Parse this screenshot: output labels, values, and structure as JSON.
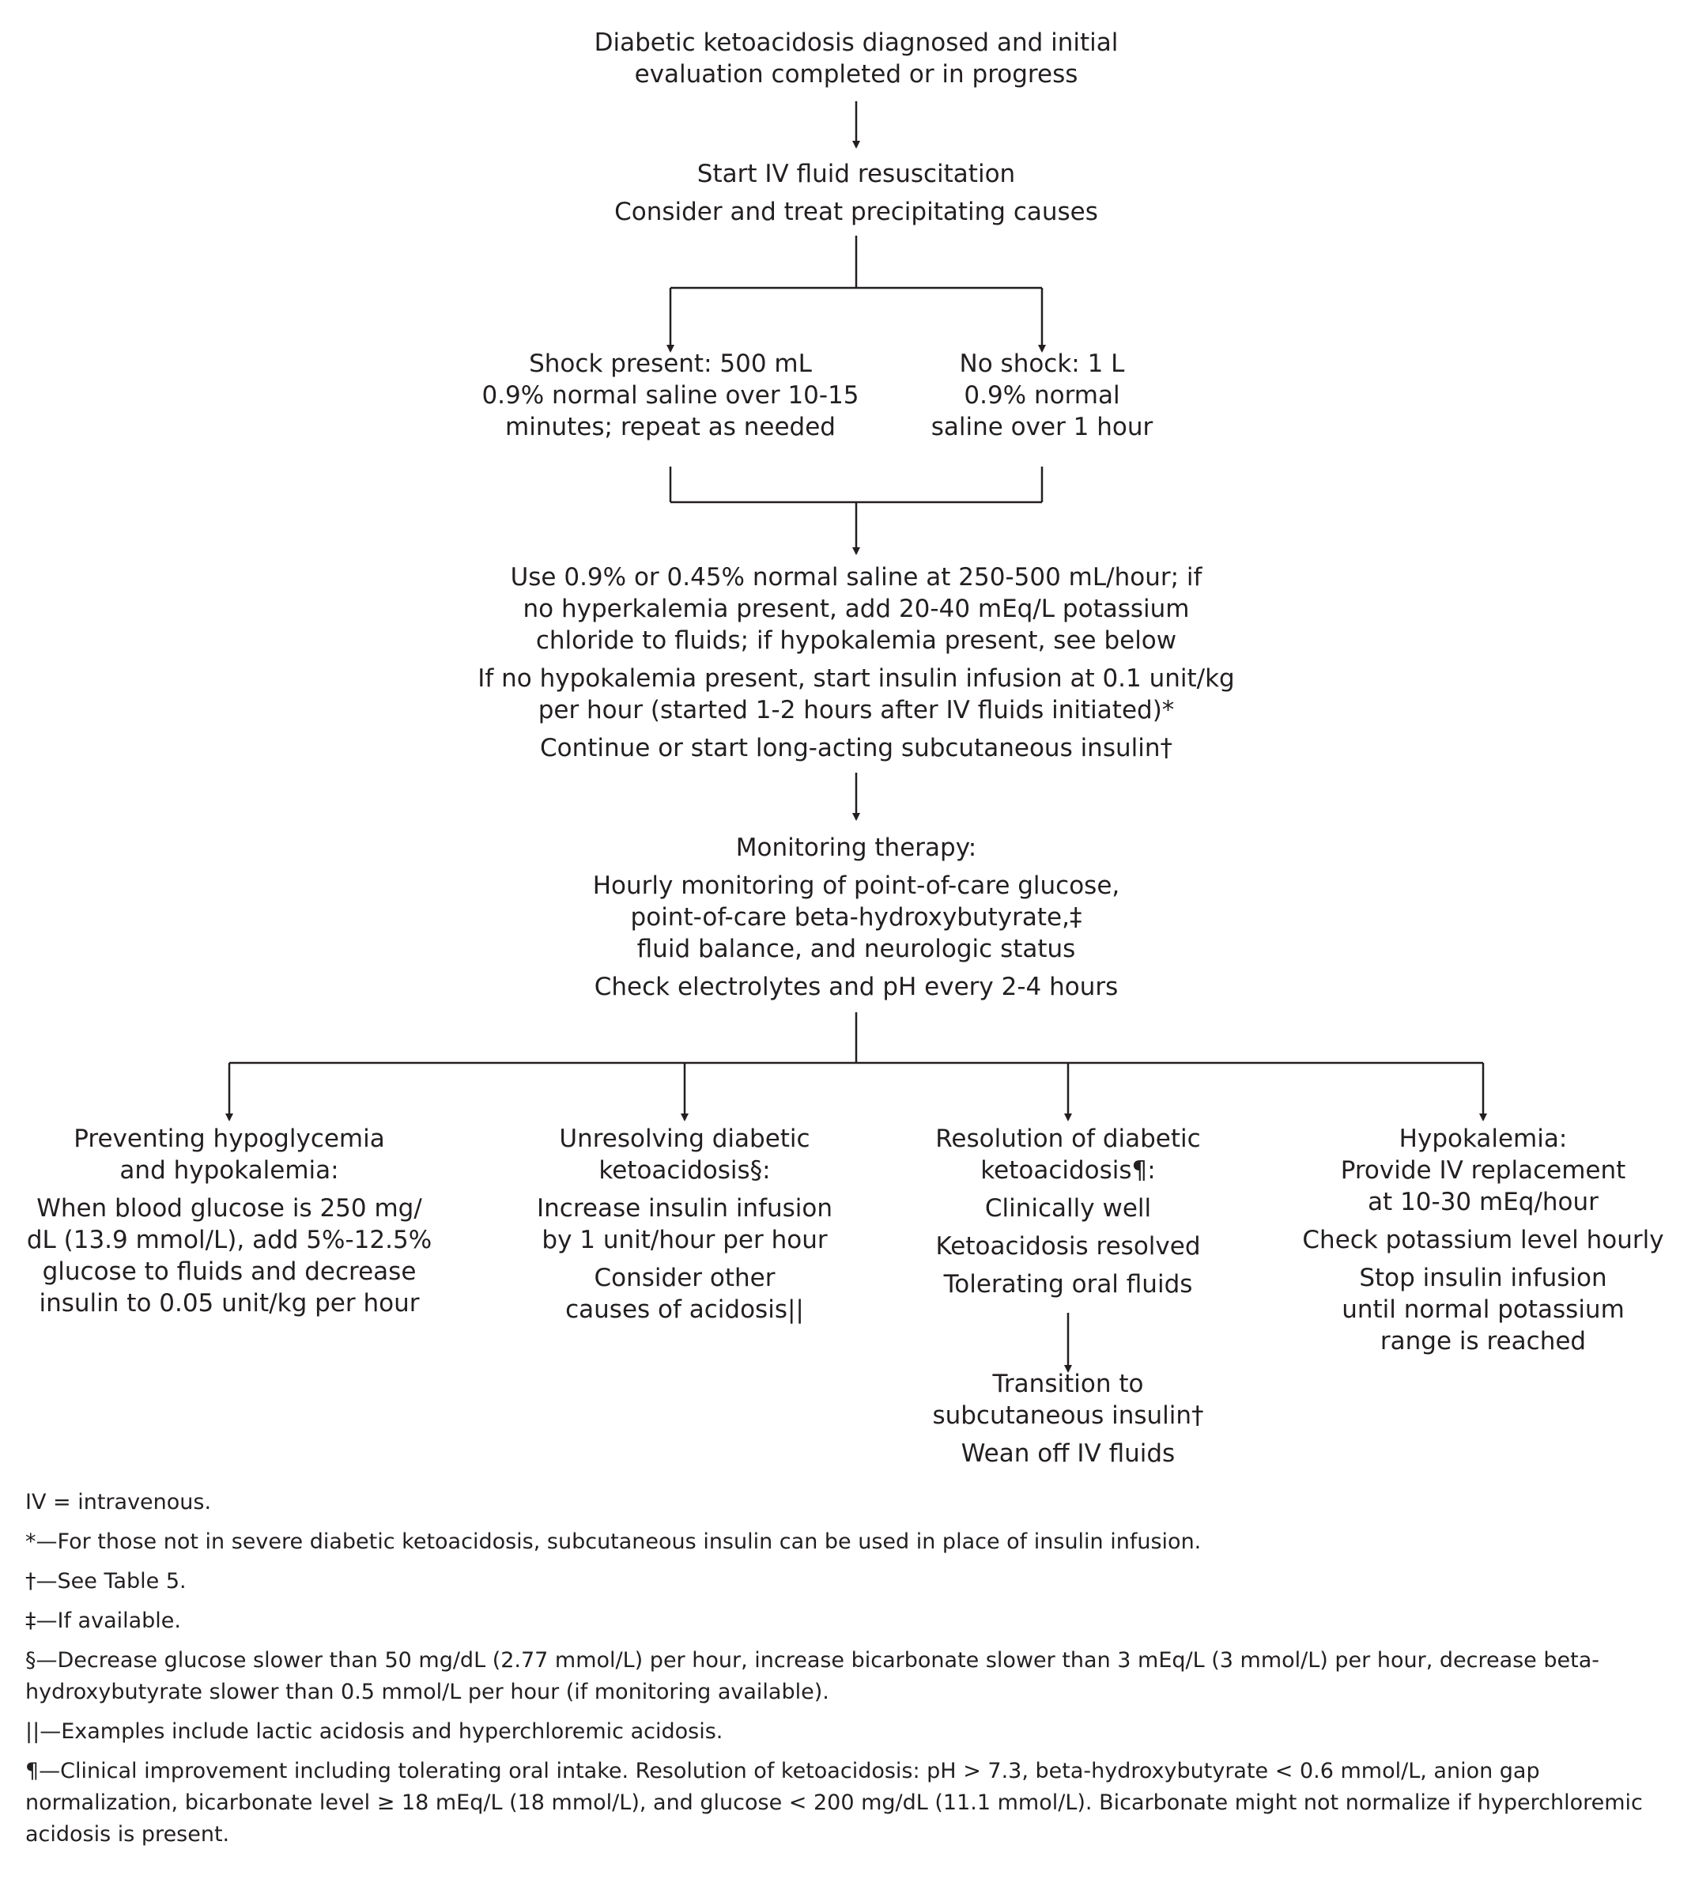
{
  "flowchart": {
    "n1": [
      "Diabetic ketoacidosis diagnosed and initial",
      "evaluation completed or in progress"
    ],
    "n2": [
      "Start IV fluid resuscitation",
      "Consider and treat precipitating causes"
    ],
    "shock": [
      "Shock present: 500 mL",
      "0.9% normal saline over 10-15",
      "minutes; repeat as needed"
    ],
    "noshock": [
      "No shock: 1 L",
      "0.9% normal",
      "saline over 1 hour"
    ],
    "fluids": {
      "p1": [
        "Use 0.9% or 0.45% normal saline at 250-500 mL/hour; if",
        "no hyperkalemia present, add 20-40 mEq/L potassium",
        "chloride to fluids; if hypokalemia present, see below"
      ],
      "p2": [
        "If no hypokalemia present,  start insulin infusion at 0.1 unit/kg",
        "per hour (started 1-2 hours after IV fluids initiated)*"
      ],
      "p3": "Continue  or start long-acting subcutaneous insulin†"
    },
    "monitor": {
      "title": "Monitoring therapy:",
      "p1": [
        "Hourly monitoring of point-of-care glucose,",
        "point-of-care beta-hydroxybutyrate,‡",
        "fluid balance, and neurologic status"
      ],
      "p2": "Check electrolytes and pH every 2-4 hours"
    },
    "prevent": {
      "title": [
        "Preventing hypoglycemia",
        "and hypokalemia:"
      ],
      "body": [
        "When blood glucose is 250 mg/",
        "dL (13.9 mmol/L), add 5%-12.5%",
        "glucose to fluids and decrease",
        "insulin to 0.05 unit/kg per hour"
      ]
    },
    "unresolving": {
      "title": [
        "Unresolving diabetic",
        "ketoacidosis§:"
      ],
      "p1": [
        "Increase insulin infusion",
        "by 1 unit/hour per hour"
      ],
      "p2": [
        "Consider other",
        "causes of acidosis||"
      ]
    },
    "resolution": {
      "title": [
        "Resolution of diabetic",
        "ketoacidosis¶:"
      ],
      "items": [
        "Clinically well",
        "Ketoacidosis resolved",
        "Tolerating oral fluids"
      ]
    },
    "transition": {
      "p1": [
        "Transition to",
        "subcutaneous  insulin†"
      ],
      "p2": "Wean off IV fluids"
    },
    "hypokalemia": {
      "title": "Hypokalemia:",
      "p1": [
        "Provide IV replacement",
        "at 10-30 mEq/hour"
      ],
      "p2": "Check potassium level hourly",
      "p3": [
        "Stop insulin infusion",
        "until normal potassium",
        "range is reached"
      ]
    }
  },
  "footnotes": [
    "IV = intravenous.",
    "*—For those not in severe diabetic ketoacidosis, subcutaneous insulin can be used in place of insulin infusion.",
    "†—See Table 5.",
    "‡—If available.",
    "§—Decrease glucose slower than 50 mg/dL (2.77 mmol/L) per hour, increase bicarbonate slower than 3 mEq/L (3 mmol/L) per hour, decrease beta-hydroxybutyrate slower than 0.5 mmol/L per hour (if monitoring available).",
    "||—Examples include lactic acidosis and hyperchloremic acidosis.",
    "¶—Clinical improvement including tolerating oral intake. Resolution of ketoacidosis: pH > 7.3, beta-hydroxybutyrate < 0.6 mmol/L, anion gap normalization, bicarbonate level ≥ 18 mEq/L (18 mmol/L), and glucose < 200 mg/dL (11.1 mmol/L). Bicarbonate might not normalize if hyperchloremic acidosis is present."
  ]
}
